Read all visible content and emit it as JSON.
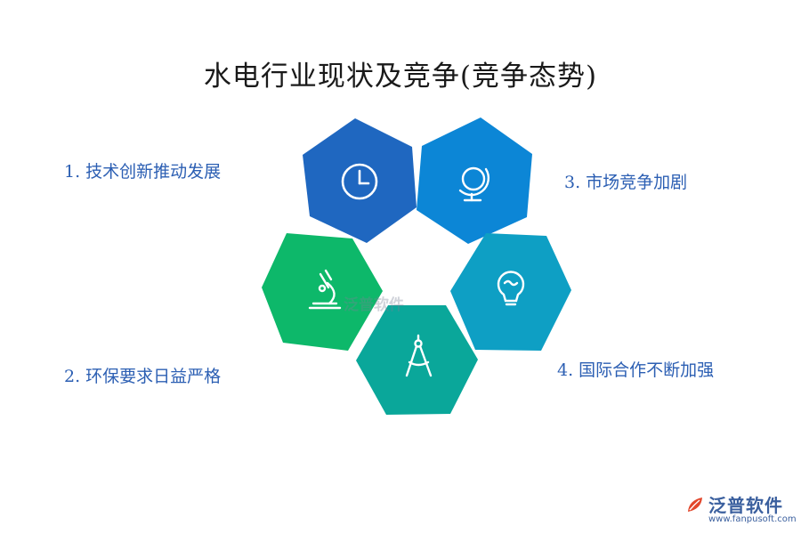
{
  "title": "水电行业现状及竞争(竞争态势)",
  "items": [
    {
      "label": "1. 技术创新推动发展",
      "icon": "clock-icon",
      "color": "#1f67c0"
    },
    {
      "label": "2. 环保要求日益严格",
      "icon": "microscope-icon",
      "color": "#0db86a"
    },
    {
      "label": "3. 市场竞争加剧",
      "icon": "globe-icon",
      "color": "#0c86d6"
    },
    {
      "label": "4. 国际合作不断加强",
      "icon": "lightbulb-icon",
      "color": "#0e9fc4"
    },
    {
      "icon": "compass-icon",
      "color": "#0aa79a"
    }
  ],
  "watermark": "泛普软件",
  "brand": {
    "name": "泛普软件",
    "url": "www.fanpusoft.com"
  }
}
